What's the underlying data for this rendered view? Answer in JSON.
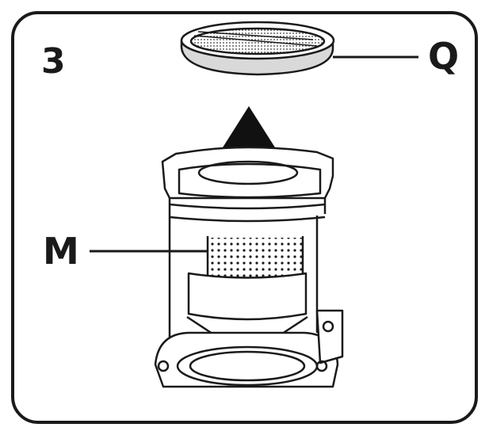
{
  "step_number": "3",
  "labels": {
    "filter": "Q",
    "canister": "M"
  },
  "colors": {
    "outline": "#1a1a1a",
    "shade": "#d9d9d9",
    "arrow": "#111111"
  }
}
